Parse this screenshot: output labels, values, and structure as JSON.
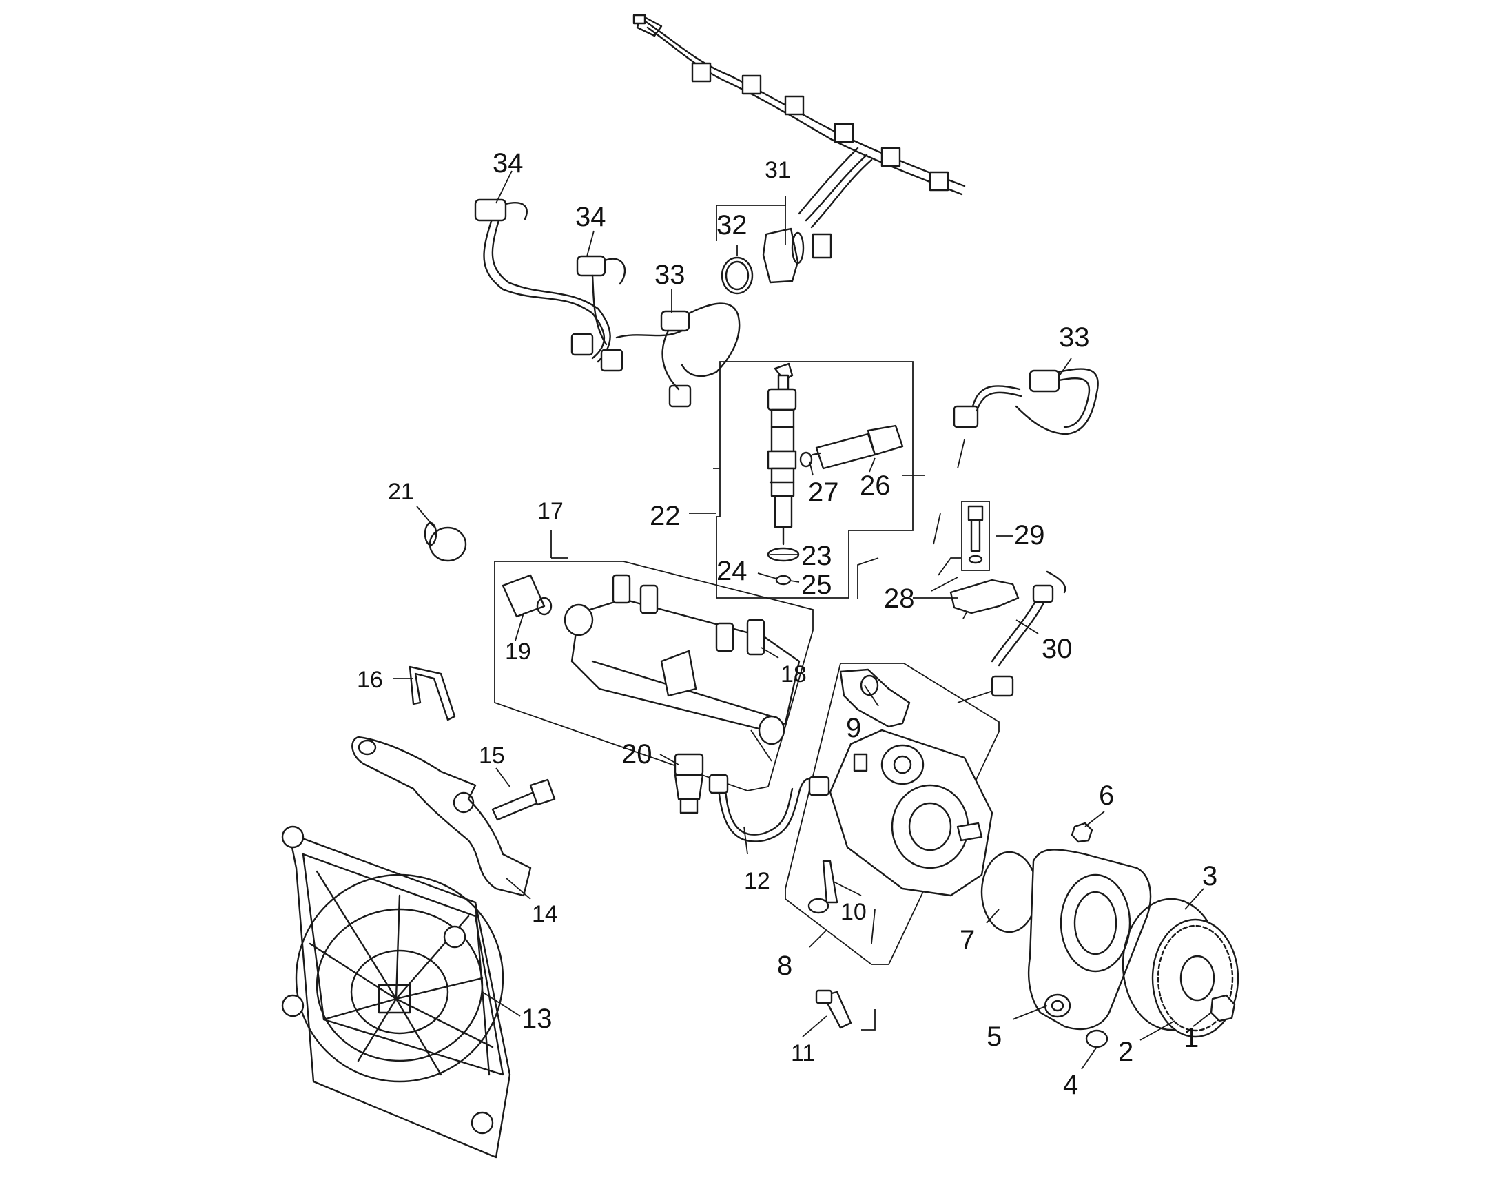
{
  "callouts": {
    "n1": "1",
    "n2": "2",
    "n3": "3",
    "n4": "4",
    "n5": "5",
    "n6": "6",
    "n7": "7",
    "n8": "8",
    "n9": "9",
    "n10": "10",
    "n11": "11",
    "n12": "12",
    "n13": "13",
    "n14": "14",
    "n15": "15",
    "n16": "16",
    "n17": "17",
    "n18": "18",
    "n19": "19",
    "n20": "20",
    "n21": "21",
    "n22": "22",
    "n23": "23",
    "n24": "24",
    "n25": "25",
    "n26": "26",
    "n27": "27",
    "n28": "28",
    "n29": "29",
    "n30": "30",
    "n31": "31",
    "n32": "32",
    "n33a": "33",
    "n33b": "33",
    "n34a": "34",
    "n34b": "34"
  }
}
